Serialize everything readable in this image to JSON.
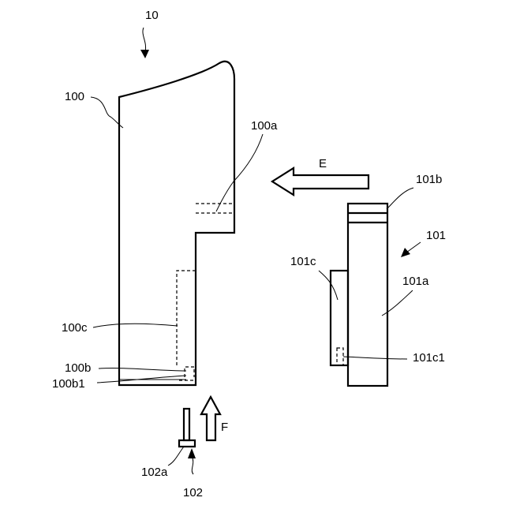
{
  "labels": {
    "l10": "10",
    "l100": "100",
    "l100a": "100a",
    "l100b": "100b",
    "l100b1": "100b1",
    "l100c": "100c",
    "l101": "101",
    "l101a": "101a",
    "l101b": "101b",
    "l101c": "101c",
    "l101c1": "101c1",
    "l102": "102",
    "l102a": "102a",
    "lE": "E",
    "lF": "F"
  }
}
